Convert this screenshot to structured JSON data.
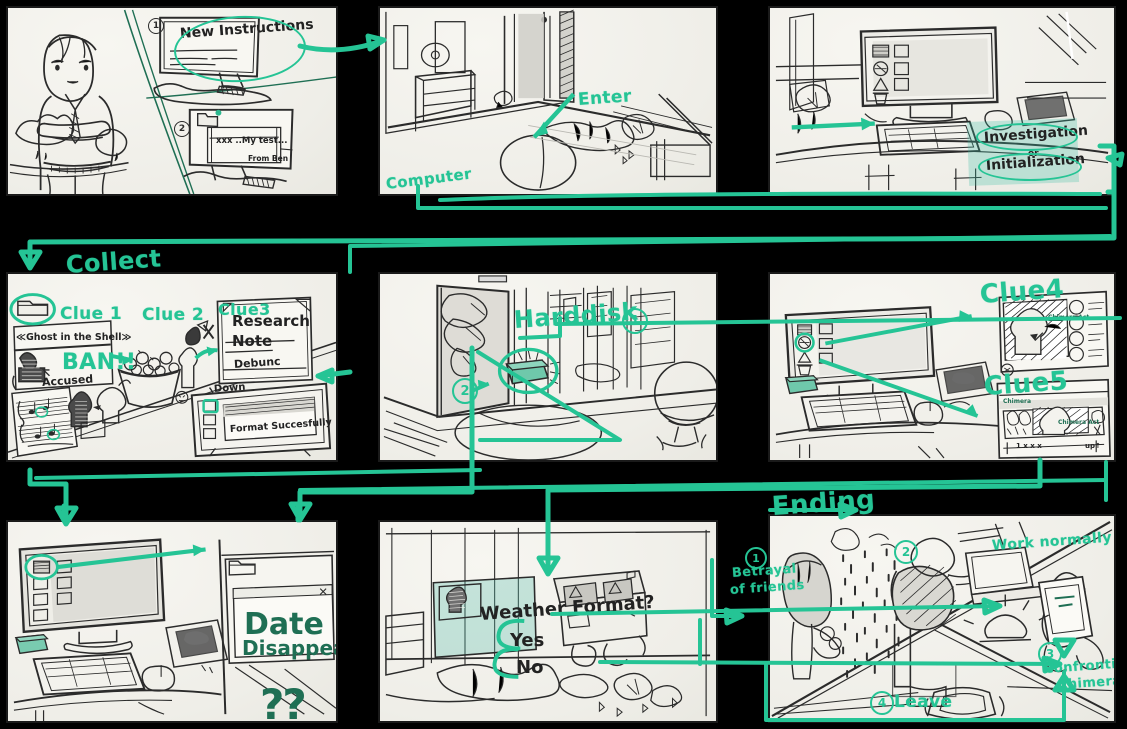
{
  "meta": {
    "title": "Game Flow Storyboard",
    "accent_color": "#25c495",
    "ink_color": "#2b2b2b",
    "paper_color": "#f2f1ec",
    "gap_color": "#000000",
    "rows": 3,
    "cols": 3
  },
  "flow_labels": {
    "collect": "Collect",
    "ending": "Ending"
  },
  "panels": [
    {
      "id": "p1",
      "name": "panel-intro-new-instructions",
      "row": 1,
      "col": 1,
      "caption": "Protagonist receives new instructions",
      "annotations": [
        {
          "name": "marker-1",
          "text": "1",
          "kind": "circled-number-ink"
        },
        {
          "name": "marker-2",
          "text": "2",
          "kind": "circled-number-ink"
        },
        {
          "name": "screen-heading",
          "text": "New Instructions",
          "kind": "ink-heading"
        },
        {
          "name": "mail-body",
          "text": "xxx ..My test...",
          "kind": "ink-body"
        },
        {
          "name": "mail-signature",
          "text": "From Ben",
          "kind": "ink-sign"
        }
      ]
    },
    {
      "id": "p2",
      "name": "panel-room-enter",
      "row": 1,
      "col": 2,
      "caption": "Messy room, door open",
      "annotations": [
        {
          "name": "enter-label",
          "text": "Enter",
          "kind": "green"
        },
        {
          "name": "computer-label",
          "text": "Computer",
          "kind": "green"
        }
      ]
    },
    {
      "id": "p3",
      "name": "panel-desk-investigation",
      "row": 1,
      "col": 3,
      "caption": "Desk with monitor and keyboard",
      "annotations": [
        {
          "name": "investigation-label",
          "text": "Investigation",
          "kind": "green-boxed"
        },
        {
          "name": "or-label",
          "text": "or",
          "kind": "green-boxed"
        },
        {
          "name": "initialization-label",
          "text": "Initialization",
          "kind": "green-boxed"
        }
      ]
    },
    {
      "id": "p4",
      "name": "panel-clues-collect",
      "row": 2,
      "col": 1,
      "caption": "Collected clues board",
      "annotations": [
        {
          "name": "clue-1-label",
          "text": "Clue 1",
          "kind": "green"
        },
        {
          "name": "clue-2-label",
          "text": "Clue 2",
          "kind": "green"
        },
        {
          "name": "clue-3-label",
          "text": "Clue 3",
          "kind": "green"
        },
        {
          "name": "ghost-in-the-shell-title",
          "text": "≪Ghost in the Shell≫",
          "kind": "ink"
        },
        {
          "name": "ban-label",
          "text": "BAN!!",
          "kind": "green-big"
        },
        {
          "name": "accused-label",
          "text": "Accused",
          "kind": "ink"
        },
        {
          "name": "research-note-title",
          "text": "Research",
          "kind": "ink-heading"
        },
        {
          "name": "research-note-title-2",
          "text": "Note",
          "kind": "ink-heading"
        },
        {
          "name": "debunc-label",
          "text": "Debunc",
          "kind": "ink"
        },
        {
          "name": "down-label",
          "text": "Down",
          "kind": "ink"
        },
        {
          "name": "format-successfully-label",
          "text": "Format Succesfully",
          "kind": "ink"
        }
      ]
    },
    {
      "id": "p5",
      "name": "panel-harddisk",
      "row": 2,
      "col": 2,
      "caption": "Locker / cabinet with hard disk",
      "annotations": [
        {
          "name": "harddisk-label",
          "text": "Harddisk",
          "kind": "green"
        },
        {
          "name": "step-1-marker",
          "text": "1",
          "kind": "circled-number-green"
        },
        {
          "name": "step-2-marker",
          "text": "2",
          "kind": "circled-number-green"
        }
      ]
    },
    {
      "id": "p6",
      "name": "panel-clue4-clue5",
      "row": 2,
      "col": 3,
      "caption": "Desk plus two inset clue frames",
      "annotations": [
        {
          "name": "clue-4-label",
          "text": "Clue4",
          "kind": "green"
        },
        {
          "name": "clue-5-label",
          "text": "Clue5",
          "kind": "green"
        },
        {
          "name": "chimera-act-note",
          "text": "Chimera Act",
          "kind": "ink-small"
        },
        {
          "name": "chimera-act-note-2",
          "text": "Chimera Act",
          "kind": "ink-small"
        },
        {
          "name": "chimera-caption",
          "text": "Chimera",
          "kind": "green-small"
        },
        {
          "name": "count-label",
          "text": "1 x x x",
          "kind": "ink-small"
        },
        {
          "name": "up-label",
          "text": "up↑",
          "kind": "ink-small"
        }
      ]
    },
    {
      "id": "p7",
      "name": "panel-date-disappear",
      "row": 3,
      "col": 1,
      "caption": "Desk, folder opened, data gone",
      "annotations": [
        {
          "name": "date-label",
          "text": "Date",
          "kind": "green-dark-big"
        },
        {
          "name": "disappear-label",
          "text": "Disappear",
          "kind": "green-dark"
        },
        {
          "name": "question-marks",
          "text": "??",
          "kind": "green-dark-big"
        }
      ]
    },
    {
      "id": "p8",
      "name": "panel-weather-format-prompt",
      "row": 3,
      "col": 2,
      "caption": "Dialog asking whether to format",
      "annotations": [
        {
          "name": "weather-format-question",
          "text": "Weather Format?",
          "kind": "ink-heading"
        },
        {
          "name": "option-yes",
          "text": "Yes",
          "kind": "ink-option"
        },
        {
          "name": "option-no",
          "text": "No",
          "kind": "ink-option"
        }
      ]
    },
    {
      "id": "p9",
      "name": "panel-endings",
      "row": 3,
      "col": 3,
      "caption": "Four ending branches split diagonally",
      "annotations": [
        {
          "name": "ending-1",
          "text": "Betrayal of friends",
          "kind": "green",
          "marker": "1"
        },
        {
          "name": "ending-2",
          "text": "Work normally",
          "kind": "green",
          "marker": "2"
        },
        {
          "name": "ending-3",
          "text": "Confronting Chimera",
          "kind": "green",
          "marker": "3"
        },
        {
          "name": "ending-4",
          "text": "Leave",
          "kind": "green",
          "marker": "4"
        }
      ]
    }
  ],
  "ending_markers": {
    "one": "1",
    "two": "2",
    "three": "3",
    "four": "4"
  },
  "ending_texts": {
    "betrayal_line1": "Betrayal",
    "betrayal_line2": "of friends",
    "work_normally": "Work normally",
    "confronting_line1": "Confronting",
    "confronting_line2": "Chimera",
    "leave": "Leave"
  },
  "p1_texts": {
    "heading": "New Instructions",
    "mail_body": "xxx ..My test...",
    "mail_sign": "From Ben",
    "n1": "1",
    "n2": "2"
  },
  "p2_texts": {
    "enter": "Enter",
    "computer": "Computer"
  },
  "p3_texts": {
    "investigation": "Investigation",
    "or": "or",
    "initialization": "Initialization"
  },
  "p4_texts": {
    "clue1": "Clue 1",
    "clue2": "Clue 2",
    "clue3": "Clue3",
    "gits": "≪Ghost in the Shell≫",
    "ban": "BAN!!",
    "accused": "Accused",
    "research": "Research",
    "note": "Note",
    "debunc": "Debunc",
    "down": "Down",
    "format_ok": "Format Succesfully"
  },
  "p5_texts": {
    "harddisk": "Harddisk",
    "n1": "1",
    "n2": "2"
  },
  "p6_texts": {
    "clue4": "Clue4",
    "clue5": "Clue5",
    "chimera_act": "Chimera Act",
    "chimera_act2": "Chimera Act",
    "chimera": "Chimera",
    "count": "1 x x x",
    "up": "up↑"
  },
  "p7_texts": {
    "date": "Date",
    "disappear": "Disappear",
    "qmarks": "??"
  },
  "p8_texts": {
    "question": "Weather Format?",
    "yes": "Yes",
    "no": "No"
  }
}
